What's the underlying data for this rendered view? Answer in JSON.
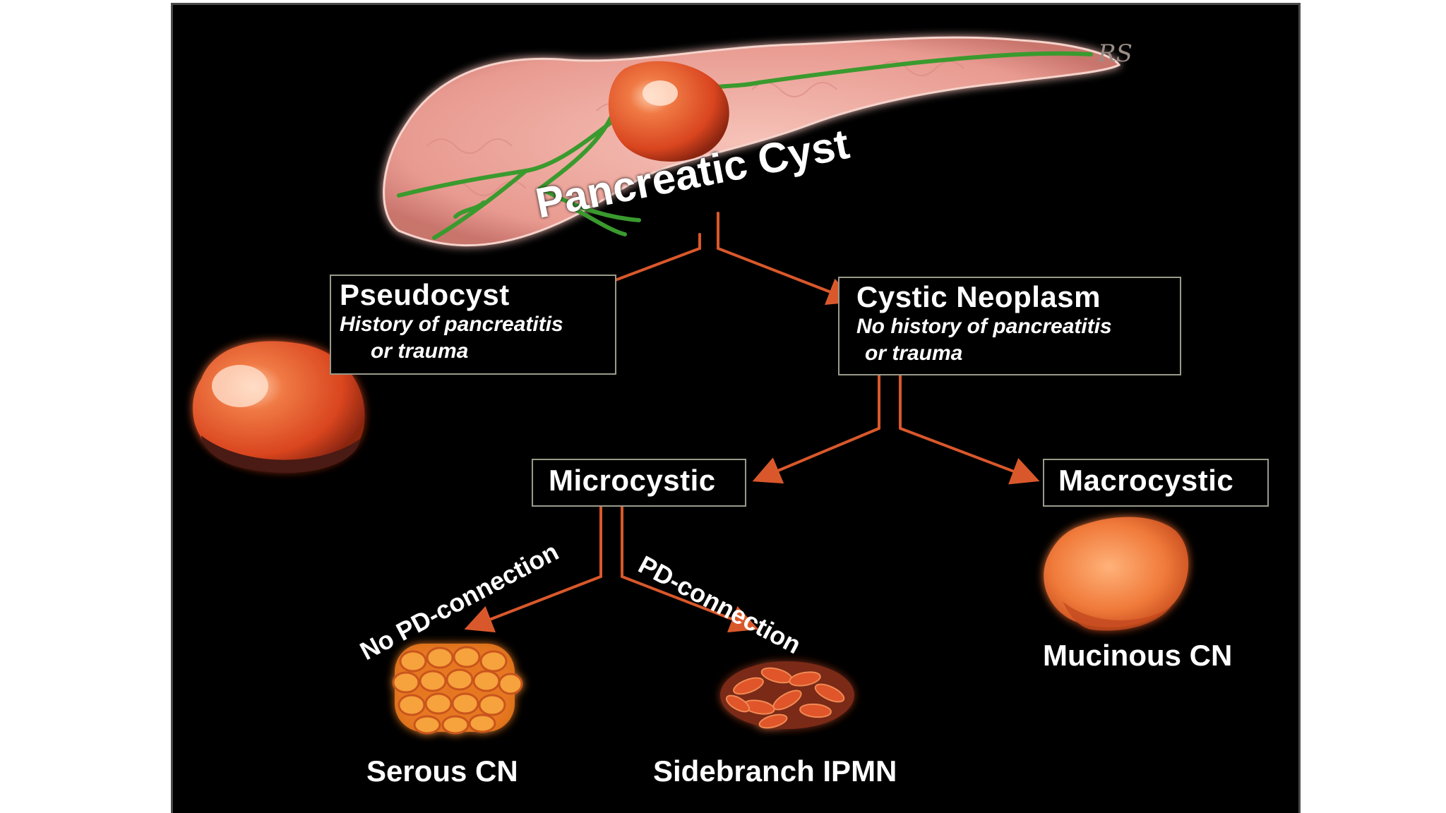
{
  "title": "Pancreatic Cyst",
  "signature": "RS",
  "nodes": {
    "pseudocyst": {
      "title": "Pseudocyst",
      "line1": "History of pancreatitis",
      "line2": "or trauma"
    },
    "cystic_neoplasm": {
      "title": "Cystic Neoplasm",
      "line1": "No history of pancreatitis",
      "line2": "or trauma"
    },
    "microcystic": {
      "title": "Microcystic"
    },
    "macrocystic": {
      "title": "Macrocystic"
    }
  },
  "edge_labels": {
    "no_pd": "No PD-connection",
    "pd": "PD-connection"
  },
  "leaves": {
    "serous": "Serous CN",
    "sidebranch": "Sidebranch IPMN",
    "mucinous": "Mucinous CN"
  },
  "colors": {
    "background": "#000000",
    "arrow": "#d9582b",
    "pancreas": "#f2b6ad",
    "duct": "#3a9a2e",
    "cyst": "#e0542a"
  }
}
